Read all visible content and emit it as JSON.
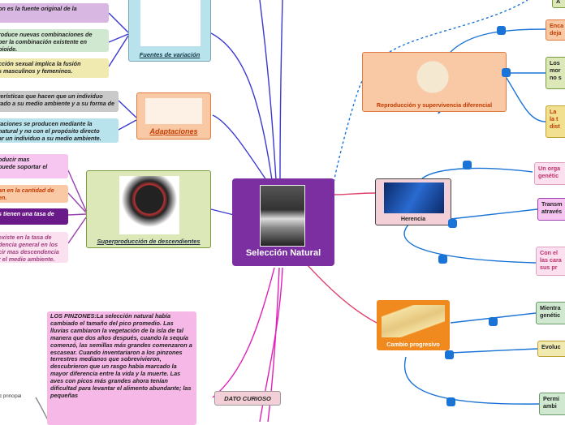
{
  "central": {
    "title": "Selección Natural"
  },
  "fuentes": {
    "title": "Fuentes de variación",
    "items": [
      "on es la fuente original de la",
      "roduce nuevas combinaciones de\nper la combinación existente en\npioide.",
      "cción sexual implica la fusión\ns masculinos y femeninos."
    ]
  },
  "adaptaciones": {
    "title": "Adaptaciones",
    "items": [
      "terísticas que hacen que un individuo\ntado a su medio ambiente y a su forma de",
      "taciones  se producen mediante la\n natural  y no con el propósito directo\nar un individuo a su medio ambiente."
    ]
  },
  "superproduccion": {
    "title": "Superproducción de descendientes",
    "items": [
      "oducir mas\n puede soportar el",
      "an en la cantidad de\nen.",
      "s tienen una tasa de",
      "existe en la tasa de\ndencia general en los\ncir mas descendencia\nr el medio ambiente."
    ]
  },
  "dato_curioso": {
    "title": "DATO CURIOSO",
    "text": "LOS PINZONES:La selección natural había cambiado el tamaño del pico promedio. Las lluvias cambiaron la vegetación de la isla de tal manera que dos años después, cuando la sequía comenzó, las semillas más grandes comenzaron a escasear. Cuando inventariaron a los pinzones terrestres medianos que sobrevivieron, descubrieron que un rasgo había marcado la mayor diferencia entre la vida y la muerte.\nLas aves con picos más grandes ahora tenían dificultad para levantar el alimento abundante; las pequeñas",
    "side_label": "ic principal"
  },
  "reproduccion": {
    "title": "Reproducción y supervivencia diferencial",
    "items": [
      "A",
      "Enca\ndeja",
      "Los \nmor\nno s",
      "La \nla t\ndist"
    ]
  },
  "herencia": {
    "title": "Herencia",
    "items": [
      "Un orga\ngenétic",
      "Transm\natravés",
      "Con el \nlas cara\nsus pr"
    ]
  },
  "cambio": {
    "title": "Cambio progresivo",
    "items": [
      "Mientra\ngenétic",
      "Evoluc",
      "Permi\nambi"
    ]
  },
  "colors": {
    "central": "#7b2fa0",
    "connector": "#1a73d6",
    "fuentes": "#b8e3ec",
    "adaptaciones": "#f9c9a6",
    "superproduccion": "#dde8b8",
    "dato": "#f6b8e6",
    "reproduccion": "#f9c9a6",
    "herencia": "#f3d0d8",
    "cambio": "#f08a1e"
  },
  "icons": [
    "darwin-portrait",
    "eyes-grid",
    "giraffes",
    "hornbill-bird",
    "animals-circle",
    "dna-helix",
    "fossil-layers"
  ]
}
